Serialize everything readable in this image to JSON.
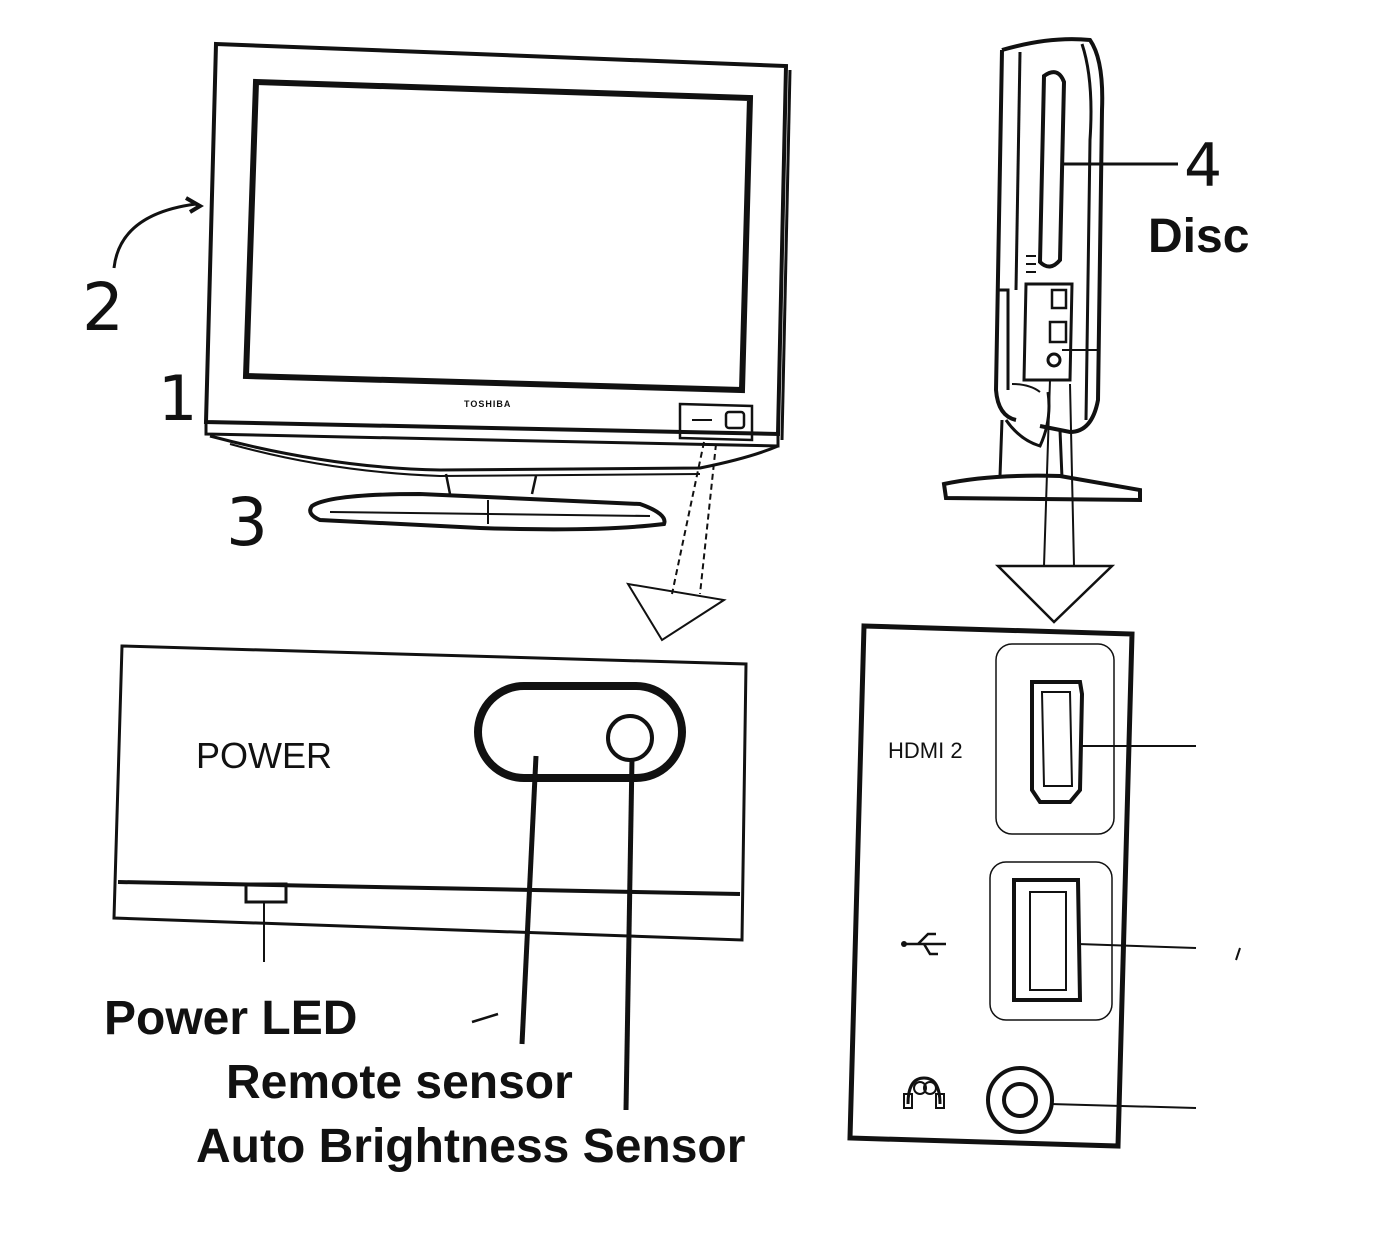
{
  "callouts": {
    "n1": "1",
    "n2": "2",
    "n3": "3",
    "n4": "4",
    "disc": "Disc"
  },
  "tv": {
    "brand": "TOSHIBA"
  },
  "front_panel": {
    "power_label": "POWER",
    "power_led": "Power LED",
    "remote_sensor": "Remote sensor",
    "auto_brightness": "Auto Brightness Sensor"
  },
  "side_panel": {
    "hdmi_label": "HDMI 2"
  },
  "icons": [
    "usb-icon",
    "headphone-icon"
  ]
}
